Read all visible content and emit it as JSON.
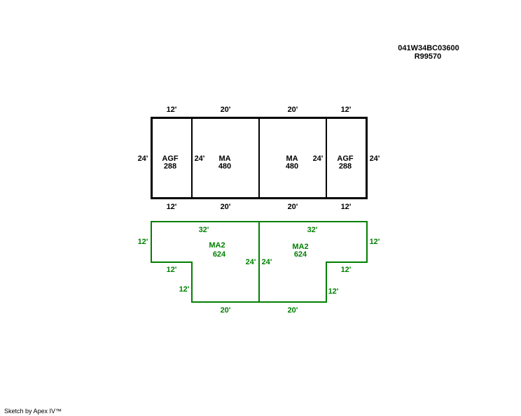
{
  "header": {
    "parcel_id": "041W34BC03600",
    "account": "R99570"
  },
  "colors": {
    "main_floor": "#000000",
    "second_floor": "#008000"
  },
  "floor1": {
    "dims_top": [
      "12'",
      "20'",
      "20'",
      "12'"
    ],
    "dims_bottom": [
      "12'",
      "20'",
      "20'",
      "12'"
    ],
    "dims_side": [
      "24'",
      "24'",
      "24'",
      "24'"
    ],
    "areas": [
      {
        "code": "AGF",
        "sqft": "288"
      },
      {
        "code": "MA",
        "sqft": "480"
      },
      {
        "code": "MA",
        "sqft": "480"
      },
      {
        "code": "AGF",
        "sqft": "288"
      }
    ]
  },
  "floor2": {
    "areas": [
      {
        "code": "MA2",
        "sqft": "624"
      },
      {
        "code": "MA2",
        "sqft": "624"
      }
    ],
    "dims": {
      "top_left": "32'",
      "top_right": "32'",
      "left_side": "12'",
      "right_side": "12'",
      "left_step": "12'",
      "right_step": "12'",
      "left_drop": "12'",
      "right_drop": "12'",
      "center_left": "24'",
      "center_right": "24'",
      "bottom_left": "20'",
      "bottom_right": "20'"
    }
  },
  "footer": {
    "credit": "Sketch by Apex IV™"
  }
}
